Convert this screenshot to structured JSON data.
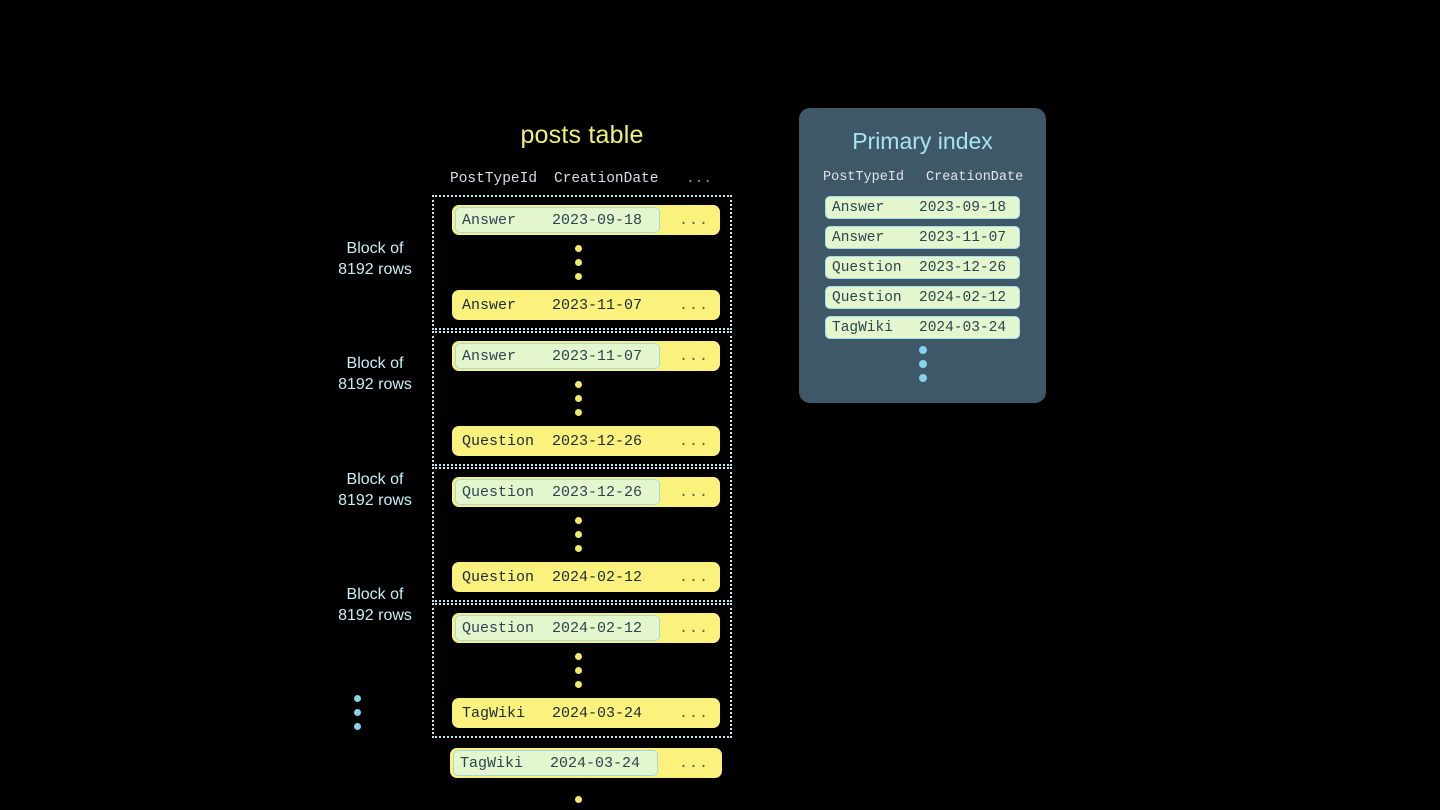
{
  "posts_table": {
    "title": "posts table",
    "columns": [
      "PostTypeId",
      "CreationDate",
      "..."
    ],
    "blocks": [
      {
        "label_line1": "Block of",
        "label_line2": "8192 rows",
        "first_row": {
          "type": "Answer",
          "date": "2023-09-18",
          "rest": "...",
          "highlighted": true
        },
        "last_row": {
          "type": "Answer",
          "date": "2023-11-07",
          "rest": "...",
          "highlighted": false
        }
      },
      {
        "label_line1": "Block of",
        "label_line2": "8192 rows",
        "first_row": {
          "type": "Answer",
          "date": "2023-11-07",
          "rest": "...",
          "highlighted": true
        },
        "last_row": {
          "type": "Question",
          "date": "2023-12-26",
          "rest": "...",
          "highlighted": false
        }
      },
      {
        "label_line1": "Block of",
        "label_line2": "8192 rows",
        "first_row": {
          "type": "Question",
          "date": "2023-12-26",
          "rest": "...",
          "highlighted": true
        },
        "last_row": {
          "type": "Question",
          "date": "2024-02-12",
          "rest": "...",
          "highlighted": false
        }
      },
      {
        "label_line1": "Block of",
        "label_line2": "8192 rows",
        "first_row": {
          "type": "Question",
          "date": "2024-02-12",
          "rest": "...",
          "highlighted": true
        },
        "last_row": {
          "type": "TagWiki",
          "date": "2024-03-24",
          "rest": "...",
          "highlighted": false
        }
      }
    ],
    "tail_row": {
      "type": "TagWiki",
      "date": "2024-03-24",
      "rest": "...",
      "highlighted": true
    }
  },
  "primary_index": {
    "title": "Primary index",
    "columns": [
      "PostTypeId",
      "CreationDate"
    ],
    "rows": [
      {
        "type": "Answer",
        "date": "2023-09-18"
      },
      {
        "type": "Answer",
        "date": "2023-11-07"
      },
      {
        "type": "Question",
        "date": "2023-12-26"
      },
      {
        "type": "Question",
        "date": "2024-02-12"
      },
      {
        "type": "TagWiki",
        "date": "2024-03-24"
      }
    ]
  },
  "colors": {
    "background": "#000000",
    "row_yellow": "#fbf27e",
    "highlight_green": "#e3f6cd",
    "highlight_border": "#9fd9e8",
    "panel_slate": "#3f5868",
    "title_yellow": "#f2f07a",
    "title_cyan": "#a6e4f5",
    "dot_yellow": "#f2ea6e",
    "dot_blue": "#86d4ec"
  }
}
